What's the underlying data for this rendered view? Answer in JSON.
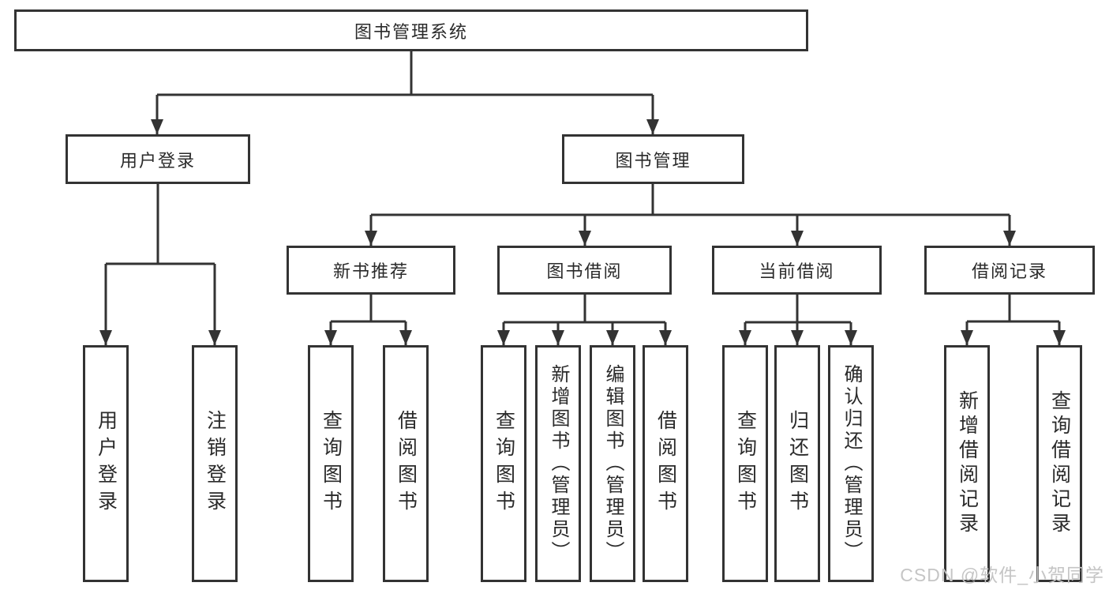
{
  "diagram": {
    "root": {
      "label": "图书管理系统"
    },
    "level2": [
      {
        "label": "用户登录"
      },
      {
        "label": "图书管理"
      }
    ],
    "level3": [
      {
        "label": "新书推荐"
      },
      {
        "label": "图书借阅"
      },
      {
        "label": "当前借阅"
      },
      {
        "label": "借阅记录"
      }
    ],
    "leaves": [
      {
        "label": "用户登录"
      },
      {
        "label": "注销登录"
      },
      {
        "label": "查询图书"
      },
      {
        "label": "借阅图书"
      },
      {
        "label": "查询图书"
      },
      {
        "label": "新增图书（管理员）"
      },
      {
        "label": "编辑图书（管理员）"
      },
      {
        "label": "借阅图书"
      },
      {
        "label": "查询图书"
      },
      {
        "label": "归还图书"
      },
      {
        "label": "确认归还（管理员）"
      },
      {
        "label": "新增借阅记录"
      },
      {
        "label": "查询借阅记录"
      }
    ]
  },
  "watermark": "CSDN @软件_小贺同学",
  "colors": {
    "line": "#333333",
    "text": "#2a2a2a",
    "watermark": "#c5c5c5",
    "background": "#ffffff"
  }
}
